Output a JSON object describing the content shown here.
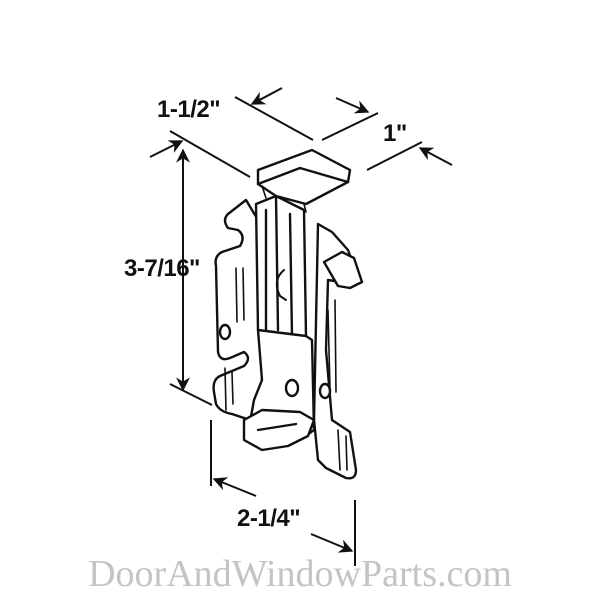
{
  "diagram": {
    "subject": "sliding door latch bracket (isometric line drawing)",
    "dimensions": {
      "top_width": "1-1/2\"",
      "top_depth": "1\"",
      "height": "3-7/16\"",
      "bottom_width": "2-1/4\""
    }
  },
  "watermark": {
    "text": "DoorAndWindowParts.com",
    "color": "#c4c4c4"
  },
  "colors": {
    "line": "#111111",
    "background": "#ffffff"
  }
}
